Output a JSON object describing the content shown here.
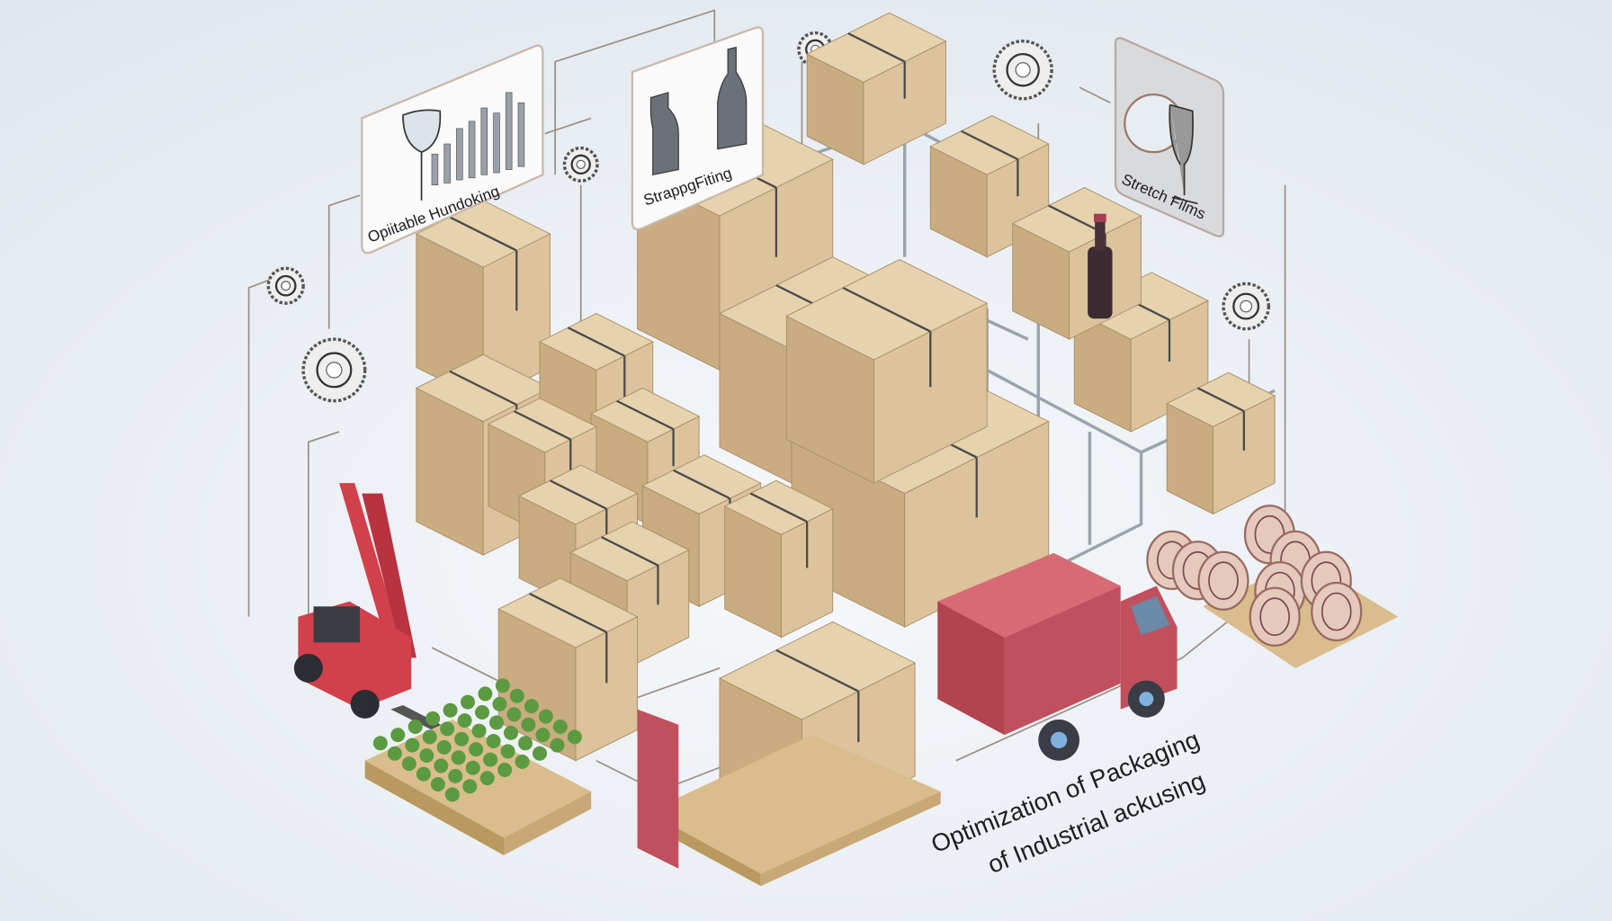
{
  "labels": {
    "card_left": "Opiitable Hundoking",
    "card_middle": "StrappgFiting",
    "card_right": "Stretch Films",
    "footer_line1": "Optimization of Packaging",
    "footer_line2": "of Industrial ackusing"
  },
  "colors": {
    "background": "#e9eef3",
    "cardboard": "#dcc39b",
    "truck": "#c0505e",
    "forklift": "#d2404c",
    "plants": "#5c9a42"
  }
}
